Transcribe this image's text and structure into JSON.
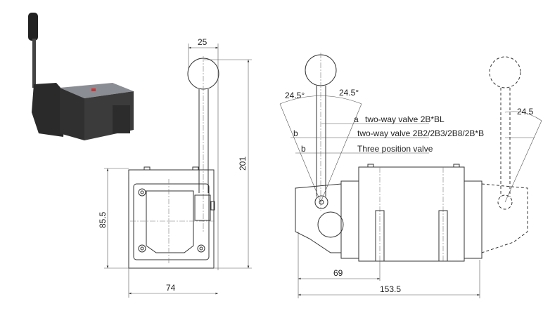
{
  "side_view": {
    "dim_top": "25",
    "dim_height": "201",
    "dim_body_height": "85.5",
    "dim_width": "74"
  },
  "front_view": {
    "angle_left": "24.5°",
    "angle_right": "24.5°",
    "angle_dashed": "24.5",
    "mark_a": "a",
    "mark_b1": "b",
    "mark_b2": "b",
    "label_2bbl": "two-way valve 2B*BL",
    "label_2b2": "two-way valve 2B2/2B3/2B8/2B*B",
    "label_three": "Three position valve",
    "dim_69": "69",
    "dim_153": "153.5"
  }
}
